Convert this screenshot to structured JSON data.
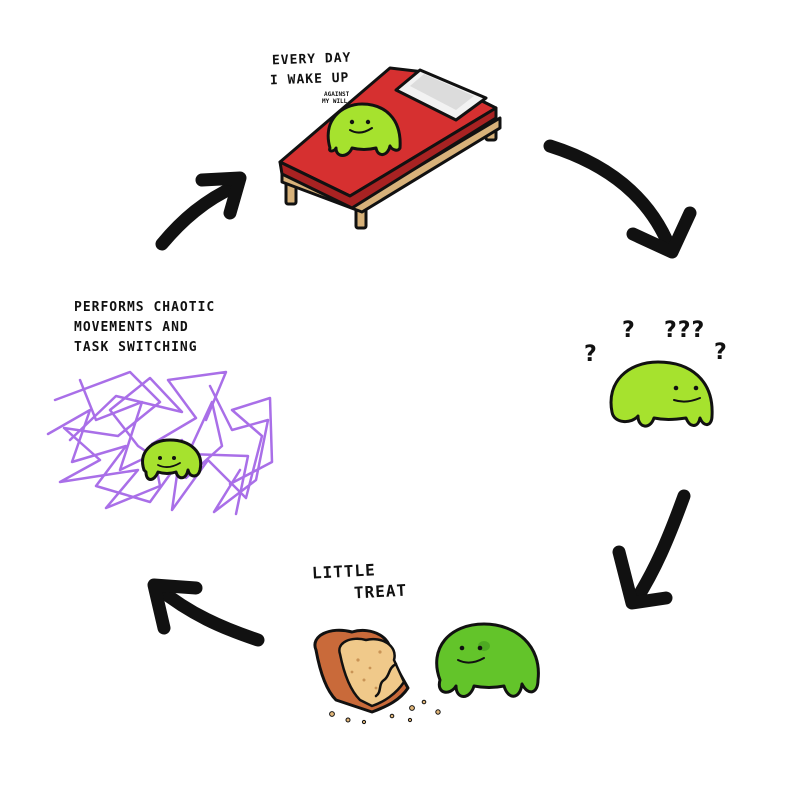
{
  "stages": {
    "wake": {
      "line1": "EVERY DAY",
      "line2": "I WAKE UP",
      "note1": "AGAINST",
      "note2": "MY WILL"
    },
    "confused": {
      "q1": "?",
      "q2": "?",
      "q3": "???",
      "q4": "?"
    },
    "treat": {
      "line1": "LITTLE",
      "line2": "TREAT"
    },
    "chaos": {
      "line1": "PERFORMS CHAOTIC",
      "line2": "MOVEMENTS AND",
      "line3": "TASK SWITCHING"
    }
  },
  "colors": {
    "blob": "#a6e22e",
    "blob_dark": "#63c42a",
    "bed_frame": "#d8b27a",
    "mattress": "#d63030",
    "scribble": "#a96fe8",
    "bread_crust": "#c96a3a",
    "bread_inside": "#f0c98a",
    "arrow": "#111111"
  }
}
